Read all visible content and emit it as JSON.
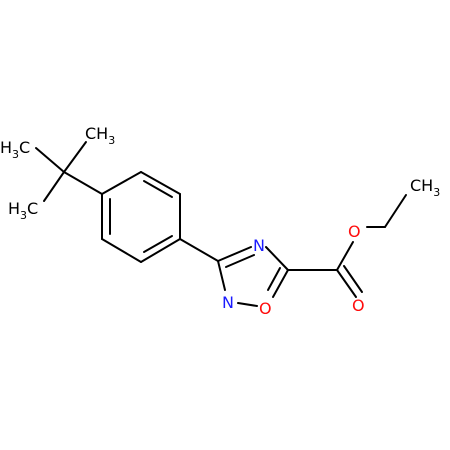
{
  "molecule": {
    "atoms": {
      "ch3_top": {
        "main": "CH",
        "sub": "3",
        "color": "#000000"
      },
      "h3c_left": {
        "main": "H",
        "sub": "3",
        "tail": "C",
        "color": "#000000"
      },
      "h3c_lower": {
        "main": "H",
        "sub": "3",
        "tail": "C",
        "color": "#000000"
      },
      "ch3_ethyl": {
        "main": "CH",
        "sub": "3",
        "color": "#000000"
      },
      "n_ring_top": {
        "main": "N",
        "color": "#1a1aff"
      },
      "n_ring_bottom": {
        "main": "N",
        "color": "#1a1aff"
      },
      "o_ring": {
        "main": "O",
        "color": "#ff0d0d"
      },
      "o_ester": {
        "main": "O",
        "color": "#ff0d0d"
      },
      "o_carbonyl": {
        "main": "O",
        "color": "#ff0d0d"
      }
    }
  }
}
